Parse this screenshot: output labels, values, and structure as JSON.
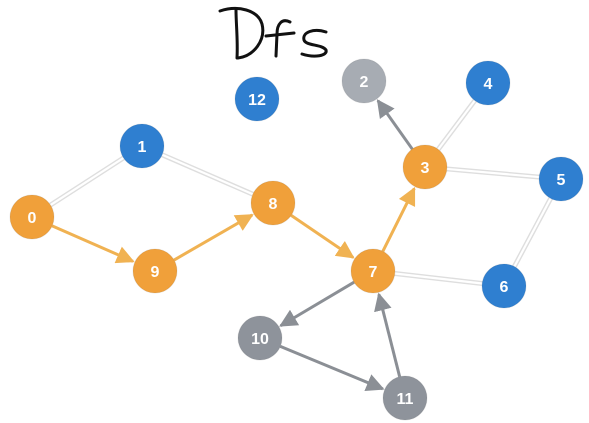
{
  "title_handwritten": "Dfs",
  "colors": {
    "orange": "#f0a03a",
    "blue": "#2f7fd0",
    "gray": "#8e939b",
    "gray_light": "#a7acb3",
    "edge_plain": "#dedede",
    "edge_gray_arrow": "#8b8f95",
    "edge_orange_arrow": "#f0b252",
    "background": "#ffffff"
  },
  "nodes": [
    {
      "id": "0",
      "label": "0",
      "color": "orange"
    },
    {
      "id": "1",
      "label": "1",
      "color": "blue"
    },
    {
      "id": "2",
      "label": "2",
      "color": "gray_light"
    },
    {
      "id": "3",
      "label": "3",
      "color": "orange"
    },
    {
      "id": "4",
      "label": "4",
      "color": "blue"
    },
    {
      "id": "5",
      "label": "5",
      "color": "blue"
    },
    {
      "id": "6",
      "label": "6",
      "color": "blue"
    },
    {
      "id": "7",
      "label": "7",
      "color": "orange"
    },
    {
      "id": "8",
      "label": "8",
      "color": "orange"
    },
    {
      "id": "9",
      "label": "9",
      "color": "orange"
    },
    {
      "id": "10",
      "label": "10",
      "color": "gray"
    },
    {
      "id": "11",
      "label": "11",
      "color": "gray"
    },
    {
      "id": "12",
      "label": "12",
      "color": "blue"
    }
  ],
  "edges": [
    {
      "from": "0",
      "to": "1",
      "kind": "plain"
    },
    {
      "from": "1",
      "to": "8",
      "kind": "plain"
    },
    {
      "from": "3",
      "to": "4",
      "kind": "plain"
    },
    {
      "from": "3",
      "to": "5",
      "kind": "plain"
    },
    {
      "from": "5",
      "to": "6",
      "kind": "plain"
    },
    {
      "from": "6",
      "to": "7",
      "kind": "plain"
    },
    {
      "from": "0",
      "to": "9",
      "kind": "orange_arrow"
    },
    {
      "from": "9",
      "to": "8",
      "kind": "orange_arrow"
    },
    {
      "from": "8",
      "to": "7",
      "kind": "orange_arrow"
    },
    {
      "from": "7",
      "to": "3",
      "kind": "orange_arrow"
    },
    {
      "from": "3",
      "to": "2",
      "kind": "gray_arrow"
    },
    {
      "from": "7",
      "to": "10",
      "kind": "gray_arrow"
    },
    {
      "from": "10",
      "to": "11",
      "kind": "gray_arrow"
    },
    {
      "from": "11",
      "to": "7",
      "kind": "gray_arrow"
    }
  ]
}
